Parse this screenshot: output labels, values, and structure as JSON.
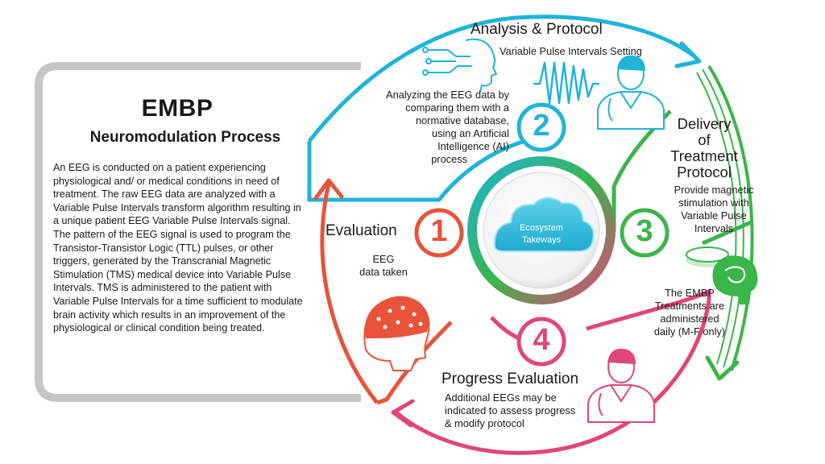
{
  "info": {
    "title": "EMBP",
    "subtitle": "Neuromodulation Process",
    "body": "An EEG is conducted on a patient experiencing physiological and/ or medical conditions in need of treatment. The raw EEG data are analyzed with a Variable Pulse Intervals transform algorithm resulting in a unique patient EEG Variable Pulse Intervals signal. The pattern of the EEG signal is used to program the Transistor-Transistor Logic (TTL) pulses, or other triggers, generated by the Transcranial Magnetic Stimulation (TMS) medical device into Variable Pulse Intervals. TMS is administered to the patient with Variable Pulse Intervals for a time sufficient to modulate brain activity which results in an improvement of the physiological or clinical condition being treated."
  },
  "center": {
    "line1": "Ecosystem",
    "line2": "Takeways"
  },
  "stages": [
    {
      "number": "1",
      "title": "Evaluation",
      "text_lines": [
        "EEG",
        "data taken"
      ],
      "color": "#e8533a"
    },
    {
      "number": "2",
      "title": "Analysis & Protocol",
      "subtitle": "Variable Pulse Intervals Setting",
      "text_lines": [
        "Analyzing the EEG data by",
        "comparing them with a",
        "normative database,",
        "using an Artificial",
        "Intelligence (AI)",
        "process"
      ],
      "color": "#1fb4d8"
    },
    {
      "number": "3",
      "title_lines": [
        "Delivery",
        "of",
        "Treatment",
        "Protocol"
      ],
      "text_lines": [
        "Provide magnetic",
        "stimulation with",
        "Variable Pulse",
        "Intervals"
      ],
      "note_lines": [
        "The EMBP",
        "Treatments are",
        "administered",
        "daily (M-F only)"
      ],
      "color": "#3ab54a"
    },
    {
      "number": "4",
      "title": "Progress Evaluation",
      "text_lines": [
        "Additional EEGs may be",
        "indicated to assess progress",
        "& modify protocol"
      ],
      "color": "#e0457b"
    }
  ],
  "colors": {
    "frame_gray": "#c4c6c8",
    "cyan": "#1fb4d8",
    "green": "#3ab54a",
    "pink": "#e0457b",
    "red": "#e8533a",
    "cloud": "#3fc3de"
  },
  "icons": [
    "ai-head-icon",
    "waveform-icon",
    "doctor-icon",
    "tms-coil-icon",
    "brain-icon",
    "eeg-cap-head-icon",
    "cloud-icon"
  ]
}
